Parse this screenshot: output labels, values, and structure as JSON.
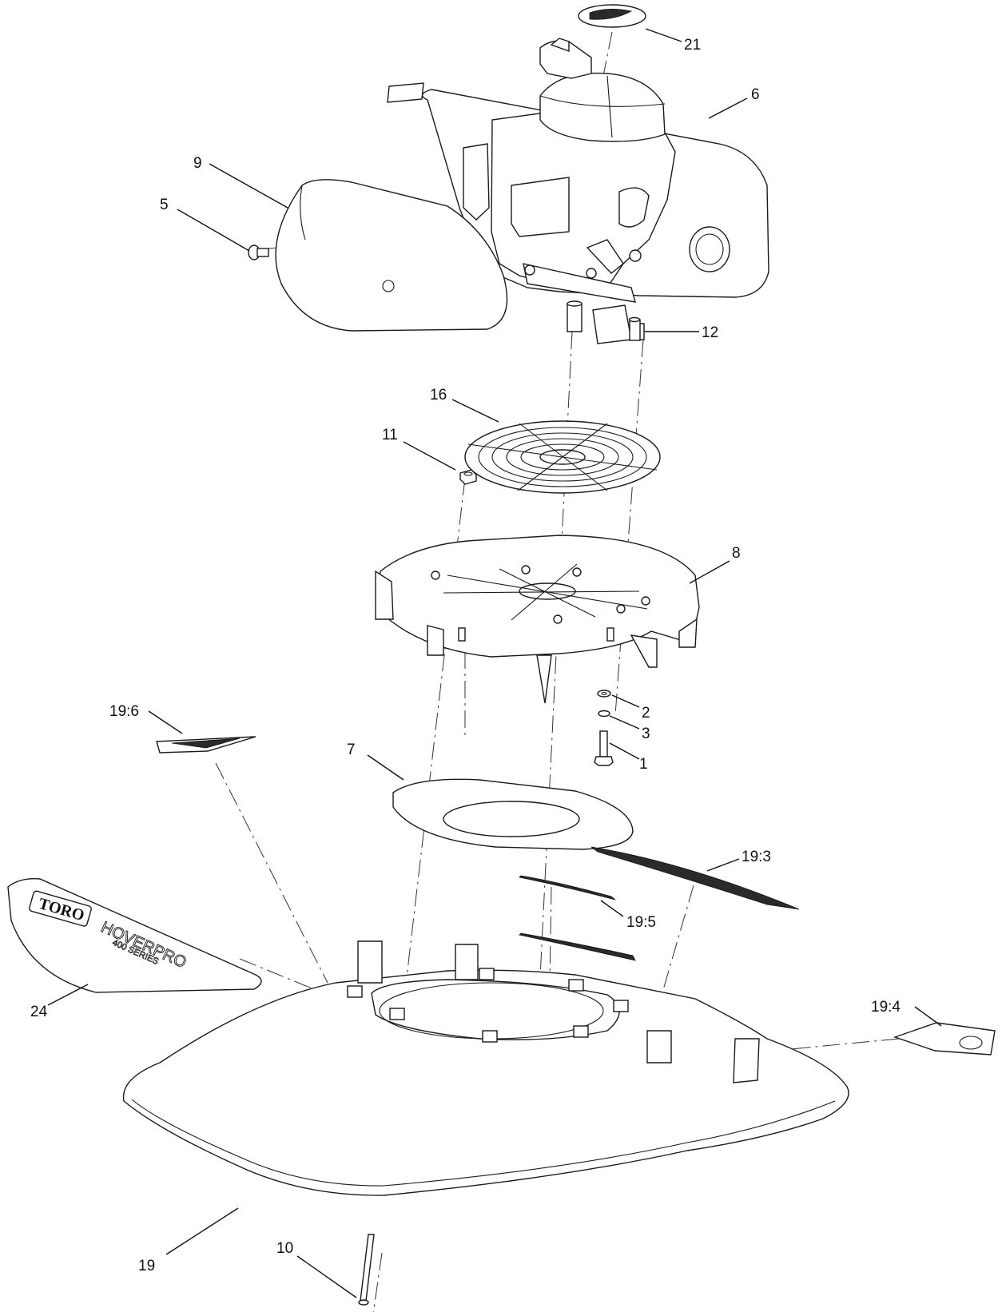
{
  "callouts": {
    "c21": "21",
    "c6": "6",
    "c9": "9",
    "c5": "5",
    "c12": "12",
    "c16": "16",
    "c11": "11",
    "c8": "8",
    "c19_6": "19:6",
    "c2": "2",
    "c3": "3",
    "c1": "1",
    "c7": "7",
    "c19_3": "19:3",
    "c19_5": "19:5",
    "c19_4": "19:4",
    "c24": "24",
    "c19": "19",
    "c10": "10"
  },
  "decal": {
    "logo": "TORO",
    "brand": "HOVERPRO",
    "series": "400 SERIES"
  }
}
